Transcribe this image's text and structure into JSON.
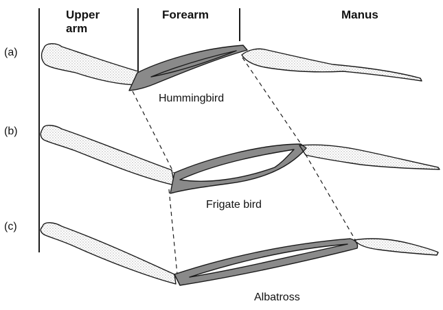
{
  "headers": {
    "upper_arm_line1": "Upper",
    "upper_arm_line2": "arm",
    "forearm": "Forearm",
    "manus": "Manus"
  },
  "rows": [
    {
      "label": "(a)",
      "species": "Hummingbird"
    },
    {
      "label": "(b)",
      "species": "Frigate bird"
    },
    {
      "label": "(c)",
      "species": "Albatross"
    }
  ],
  "colors": {
    "bone_outline": "#1a1a1a",
    "forearm_fill": "#8a8a8a",
    "bone_fill": "#ffffff",
    "stipple": "#555555"
  }
}
